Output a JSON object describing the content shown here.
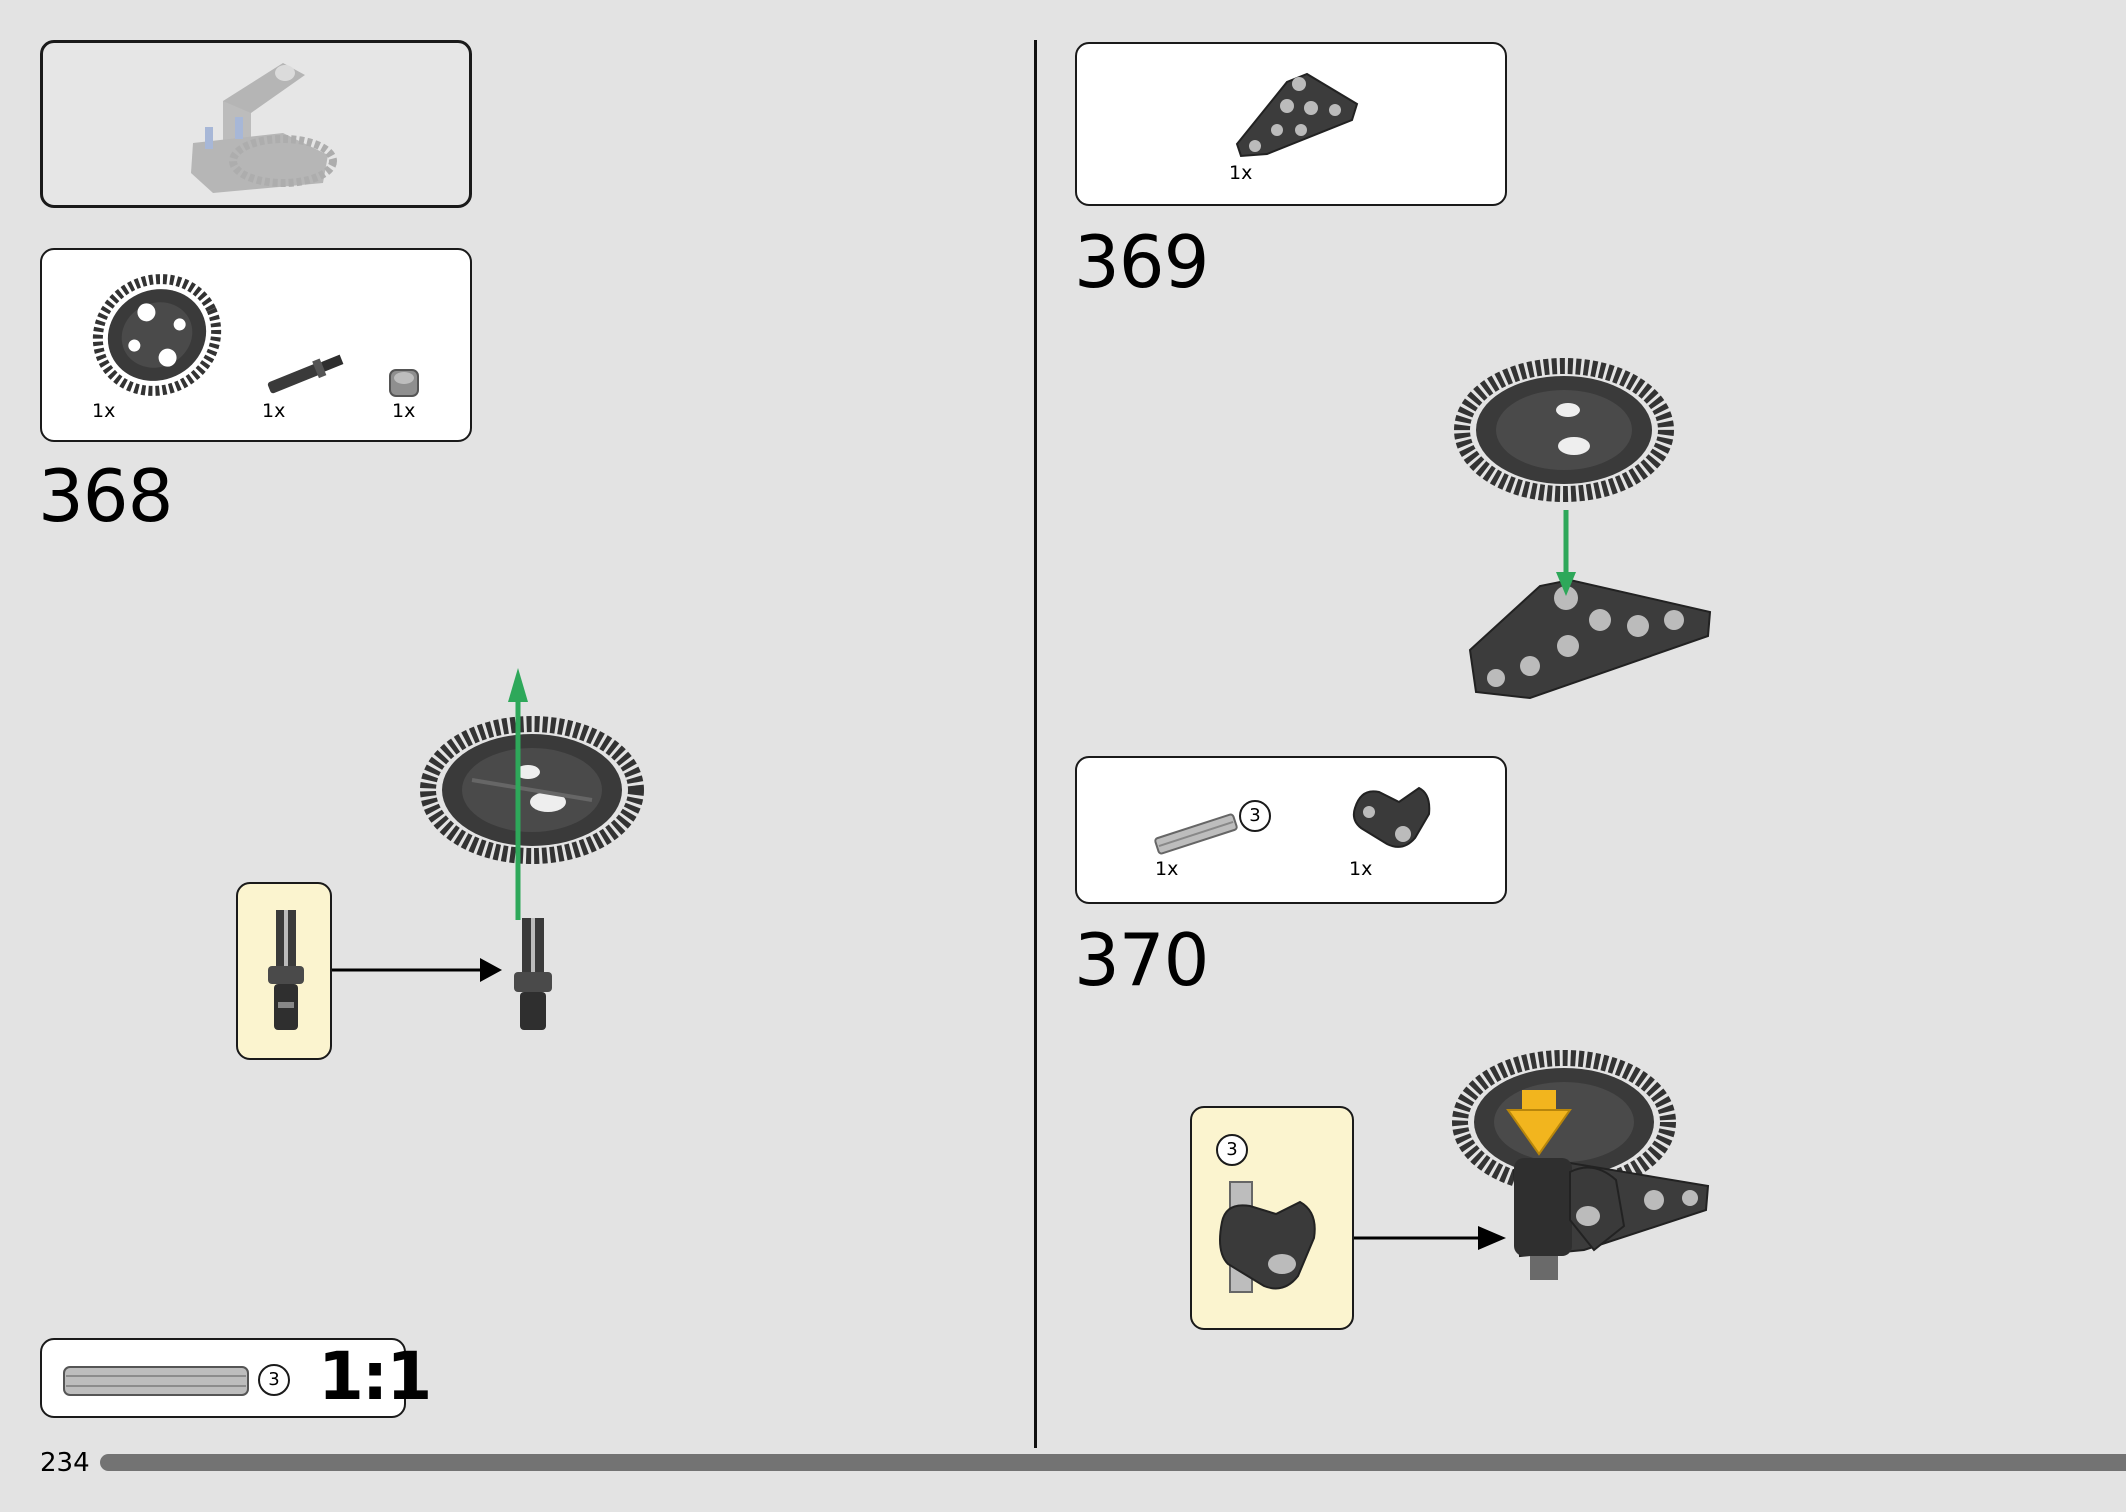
{
  "page": {
    "number": "234"
  },
  "parts": {
    "gear_qty": "1x",
    "axle_pin_qty": "1x",
    "bush_qty": "1x",
    "triangle_qty": "1x",
    "axle_qty": "1x",
    "axle_length": "3",
    "connector_qty": "1x"
  },
  "steps": {
    "s368": "368",
    "s369": "369",
    "s370": "370"
  },
  "callouts": {
    "sub_count": "3"
  },
  "ruler": {
    "length": "3",
    "scale": "1:1"
  },
  "colors": {
    "page_bg": "#e3e3e3",
    "part_dark": "#3a3a3a",
    "part_light": "#9a9a9a",
    "arrow_green": "#2ea85a",
    "arrow_yellow": "#f2b51e",
    "callout_bg": "#fbf4cf"
  },
  "icons": [
    "gear-36t-icon",
    "axle-pin-icon",
    "bush-icon",
    "triangle-beam-icon",
    "axle-icon",
    "axle-connector-icon",
    "direction-arrow-icon"
  ]
}
